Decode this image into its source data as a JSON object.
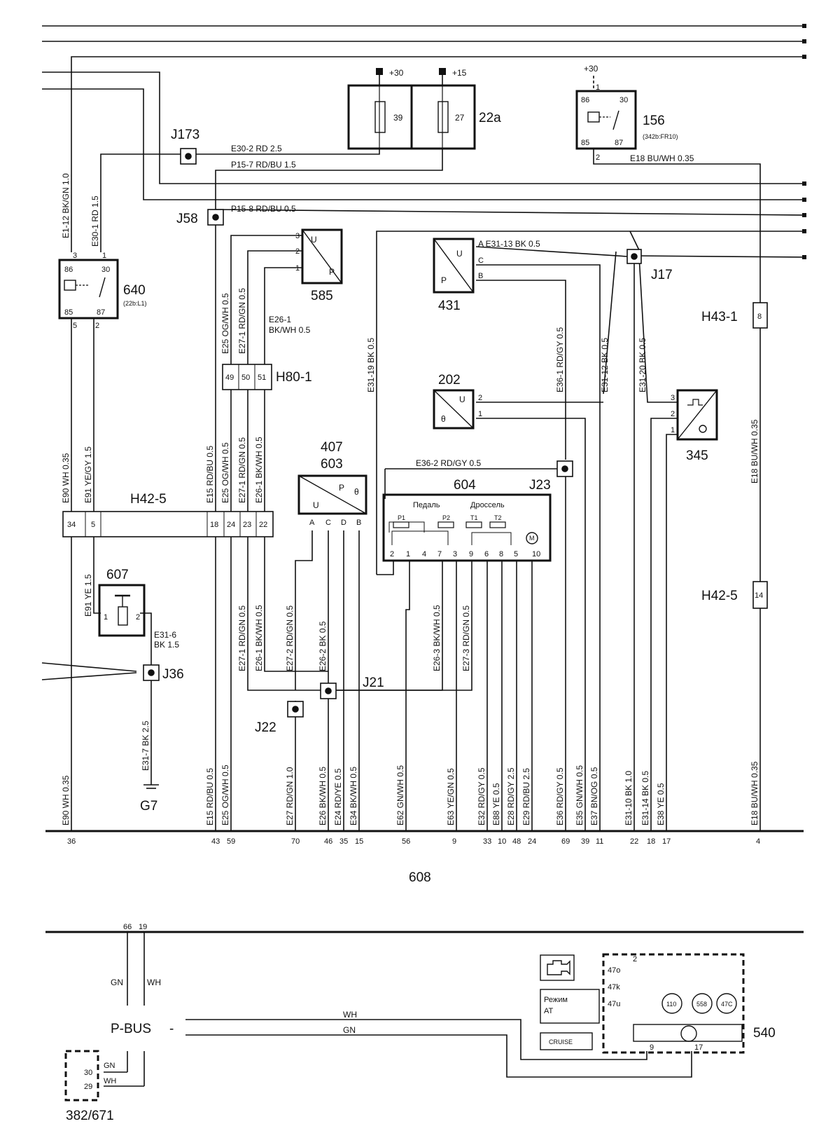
{
  "diagram": {
    "main_unit": "608",
    "components": {
      "c22a": {
        "id": "22a",
        "fuse1": "39",
        "fuse2": "27",
        "supply1": "+30",
        "supply2": "+15"
      },
      "c156": {
        "id": "156",
        "ref": "(342b:FR10)",
        "supply": "+30",
        "pin_top": "1",
        "pin_bottom": "2",
        "p86": "86",
        "p30": "30",
        "p85": "85",
        "p87": "87"
      },
      "c640": {
        "id": "640",
        "ref": "(22b:L1)",
        "p86": "86",
        "p30": "30",
        "p85": "85",
        "p87": "87",
        "pin3": "3",
        "pin1": "1",
        "pin5": "5",
        "pin2": "2"
      },
      "c585": {
        "id": "585",
        "u": "U",
        "p": "P",
        "pin3": "3",
        "pin2": "2",
        "pin1": "1"
      },
      "c431": {
        "id": "431",
        "u": "U",
        "p": "P",
        "pinA": "A",
        "pinC": "C",
        "pinB": "B"
      },
      "c202": {
        "id": "202",
        "u": "U",
        "theta": "θ",
        "pin2": "2",
        "pin1": "1"
      },
      "c345": {
        "id": "345",
        "pin3": "3",
        "pin2": "2",
        "pin1": "1"
      },
      "c407": {
        "id1": "407",
        "id2": "603",
        "u": "U",
        "p": "P",
        "theta": "θ",
        "pins": [
          "A",
          "C",
          "D",
          "B"
        ]
      },
      "c604": {
        "id": "604",
        "pedal": "Педаль",
        "throttle": "Дроссель",
        "p1": "P1",
        "p2": "P2",
        "t1": "T1",
        "t2": "T2",
        "motor": "M",
        "pins": [
          "2",
          "1",
          "4",
          "7",
          "3",
          "9",
          "6",
          "8",
          "5",
          "10"
        ]
      },
      "c607": {
        "id": "607",
        "pin1": "1",
        "pin2": "2"
      },
      "c540": {
        "id": "540",
        "l1": "47o",
        "l2": "47k",
        "l3": "47u",
        "g1": "110",
        "g2": "558",
        "g3": "47C",
        "pin2": "2",
        "pin9": "9",
        "pin17": "17"
      },
      "c382": {
        "id": "382/671",
        "pin30": "30",
        "pin29": "29",
        "gn": "GN",
        "wh": "WH"
      },
      "panel": {
        "mode1": "Режим",
        "mode2": "AT",
        "cruise": "CRUISE"
      },
      "pbus": {
        "label": "P-BUS",
        "dash": "-",
        "gn": "GN",
        "wh": "WH",
        "pin66": "66",
        "pin19": "19"
      }
    },
    "connectors": {
      "H80_1": {
        "label": "H80-1",
        "pins": [
          "49",
          "50",
          "51"
        ]
      },
      "H42_5": {
        "label": "H42-5",
        "pins_left": [
          "34",
          "5"
        ],
        "pins_right": [
          "18",
          "24",
          "23",
          "22"
        ]
      },
      "H43_1": {
        "label": "H43-1",
        "pin": "8"
      },
      "H42_5b": {
        "label": "H42-5",
        "pin": "14"
      }
    },
    "junctions": [
      "J173",
      "J58",
      "J17",
      "J23",
      "J21",
      "J22",
      "J36"
    ],
    "ground": "G7",
    "wire_labels": {
      "w1": "E30-2  RD  2.5",
      "w2": "P15-7  RD/BU  1.5",
      "w3": "P15-8  RD/BU  0.5",
      "w4": "E18  BU/WH  0.35",
      "w5": "A     E31-13  BK    0.5",
      "w6": "E36-2    RD/GY  0.5",
      "w7a": "E26-1",
      "w7b": "BK/WH 0.5",
      "w8a": "E31-6",
      "w8b": "BK  1.5",
      "v1": "E1-12  BK/GN  1.0",
      "v2": "E30-1   RD   1.5",
      "v3": "E25   OG/WH 0.5",
      "v4": "E27-1   RD/GN 0.5",
      "v5": "E31-19  BK  0.5",
      "v6": "E36-1   RD/GY  0.5",
      "v7": "E31-12  BK    0.5",
      "v8": "E31-20  BK    0.5",
      "v9": "E18   BU/WH  0.35",
      "v10": "E90  WH   0.35",
      "v11": "E91   YE/GY  1.5",
      "v12": "E15   RD/BU  0.5",
      "v13": "E25   OG/WH 0.5",
      "v14": "E27-1   RD/GN  0.5",
      "v15": "E26-1   BK/WH  0.5",
      "v16": "E91   YE    1.5",
      "v17": "E27-1   RD/GN    0.5",
      "v18": "E26-1   BK/WH    0.5",
      "v19": "E27-2    RD/GN    0.5",
      "v20": "E26-2     BK    0.5",
      "v21": "E26-3   BK/WH  0.5",
      "v22": "E27-3    RD/GN   0.5",
      "v23": "E31-7   BK    2.5"
    },
    "bottom_wires": [
      {
        "label": "E90   WH   0.35",
        "pin": "36"
      },
      {
        "label": "E15   RD/BU  0.5",
        "pin": "43"
      },
      {
        "label": "E25   OG/WH 0.5",
        "pin": "59"
      },
      {
        "label": "E27   RD/GN  1.0",
        "pin": "70"
      },
      {
        "label": "E26   BK/WH  0.5",
        "pin": "46"
      },
      {
        "label": "E24   RD/YE  0.5",
        "pin": "35"
      },
      {
        "label": "E34   BK/WH  0.5",
        "pin": "15"
      },
      {
        "label": "E62    GN/WH 0.5",
        "pin": "56"
      },
      {
        "label": "E63    YE/GN   0.5",
        "pin": "9"
      },
      {
        "label": "E32   RD/GY  0.5",
        "pin": "33"
      },
      {
        "label": "E88    YE    0.5",
        "pin": "10"
      },
      {
        "label": "E28   RD/GY  2.5",
        "pin": "48"
      },
      {
        "label": "E29   RD/BU  2.5",
        "pin": "24"
      },
      {
        "label": "E36   RD/GY  0.5",
        "pin": "69"
      },
      {
        "label": "E35   GN/WH  0.5",
        "pin": "39"
      },
      {
        "label": "E37   BN/OG  0.5",
        "pin": "11"
      },
      {
        "label": "E31-10  BK    1.0",
        "pin": "22"
      },
      {
        "label": "E31-14  BK    0.5",
        "pin": "18"
      },
      {
        "label": "E38    YE    0.5",
        "pin": "17"
      },
      {
        "label": "E18   BU/WH  0.35",
        "pin": "4"
      }
    ],
    "bus_labels": {
      "wh": "WH",
      "gn": "GN"
    }
  }
}
